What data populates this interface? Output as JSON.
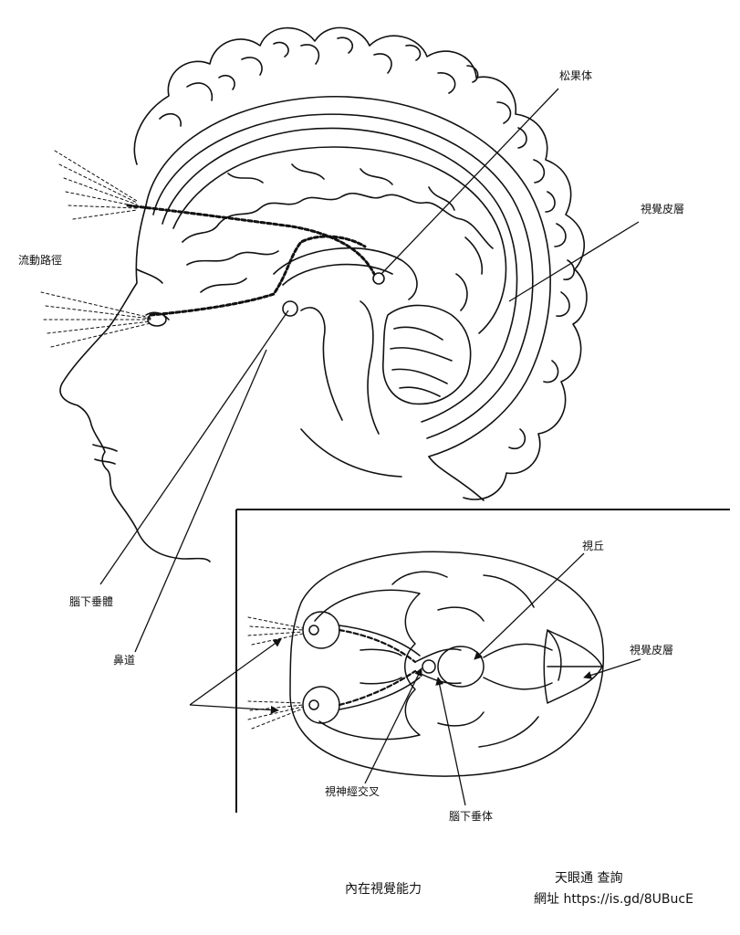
{
  "labels": {
    "pineal": "松果体",
    "visual_cortex_top": "視覺皮層",
    "flow_path": "流動路徑",
    "pituitary_top": "腦下垂體",
    "nasal_passage": "鼻道",
    "thalamus": "視丘",
    "visual_cortex_inset": "視覺皮層",
    "optic_chiasm": "視神經交叉",
    "pituitary_inset": "腦下垂体"
  },
  "caption": "內在視覺能力",
  "credit": {
    "line1": "天眼通 查詢",
    "line2": "網址 https://is.gd/8UBucE"
  }
}
